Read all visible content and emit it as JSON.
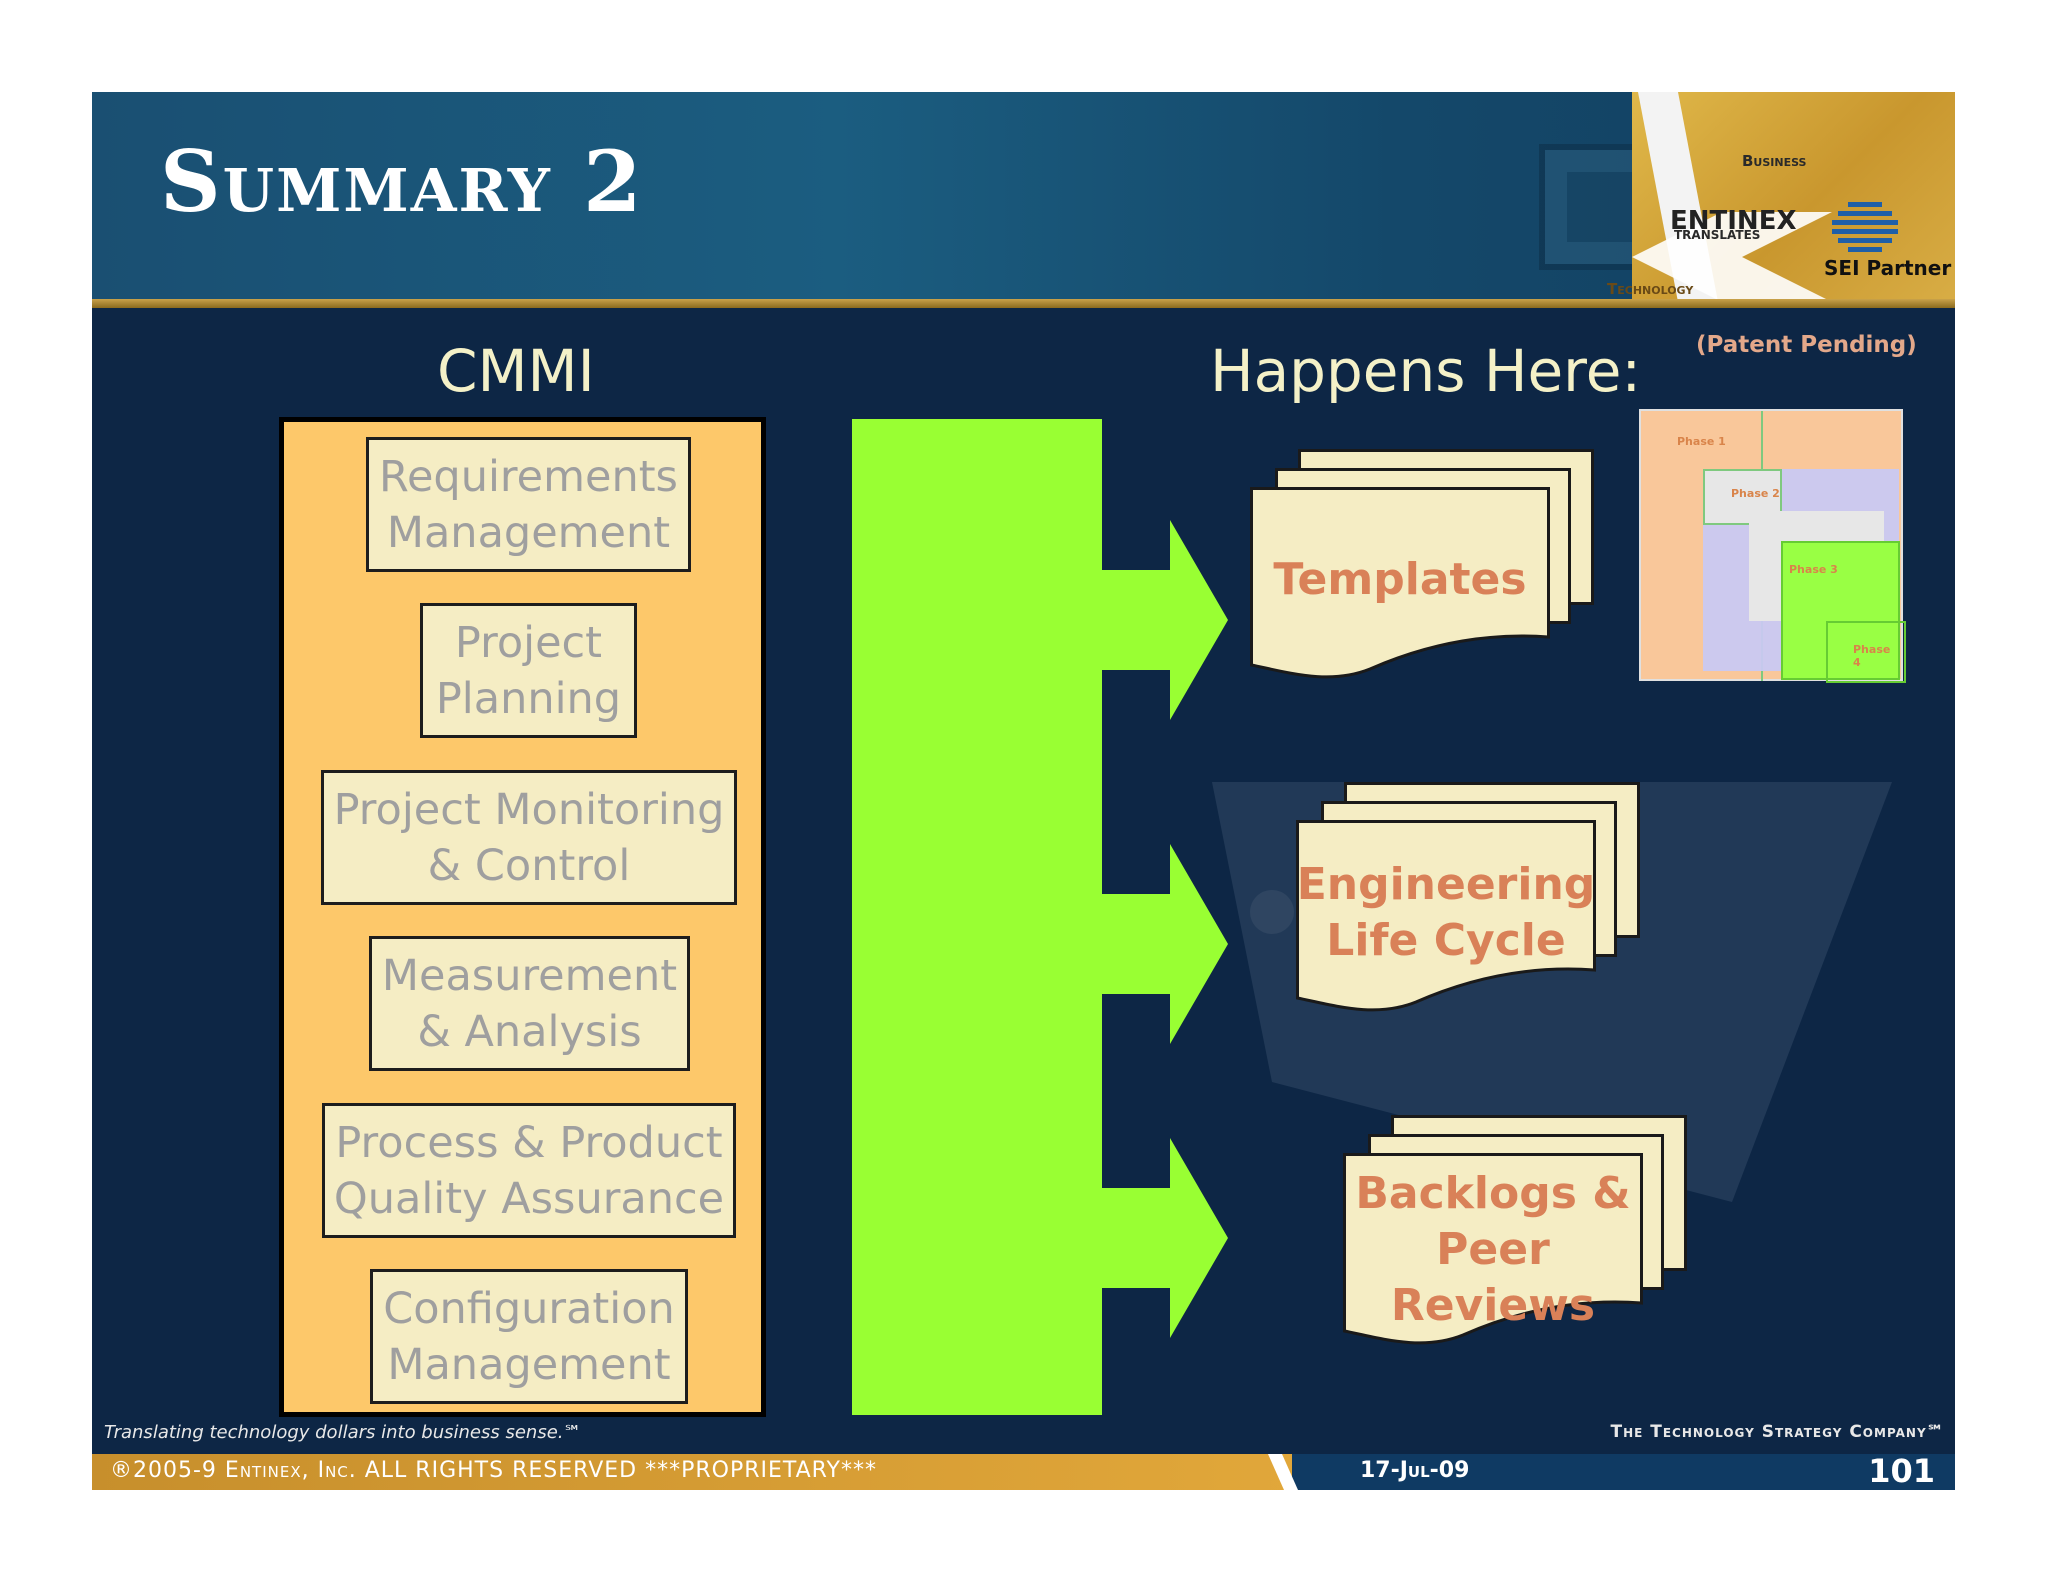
{
  "header": {
    "title": "Summary 2"
  },
  "logo": {
    "business": "Business",
    "entinex": "ENTINEX",
    "translates": "TRANSLATES",
    "technology": "Technology",
    "sei_partner": "SEI Partner"
  },
  "columns": {
    "left_heading": "CMMI",
    "right_heading": "Happens Here:"
  },
  "patent": "(Patent Pending)",
  "process_areas": [
    "Requirements\nManagement",
    "Project\nPlanning",
    "Project Monitoring\n& Control",
    "Measurement\n& Analysis",
    "Process & Product\nQuality Assurance",
    "Configuration\nManagement"
  ],
  "documents": [
    "Templates",
    "Engineering\nLife Cycle",
    "Backlogs &\nPeer\nReviews"
  ],
  "phase_diagram": {
    "phases": [
      "Phase 1",
      "Phase 2",
      "Phase 3",
      "Phase 4"
    ]
  },
  "footer": {
    "tagline": "Translating technology dollars into business sense.℠",
    "company": "The Technology Strategy Company℠",
    "copyright": "®2005-9 Entinex, Inc. ALL RIGHTS RESERVED  ***PROPRIETARY***",
    "date": "17-Jul-09",
    "page": "101"
  },
  "colors": {
    "background": "#0d2645",
    "panel": "#fdc86a",
    "box_fill": "#f5edc4",
    "flow": "#99ff33",
    "doc_text": "#d98158"
  }
}
